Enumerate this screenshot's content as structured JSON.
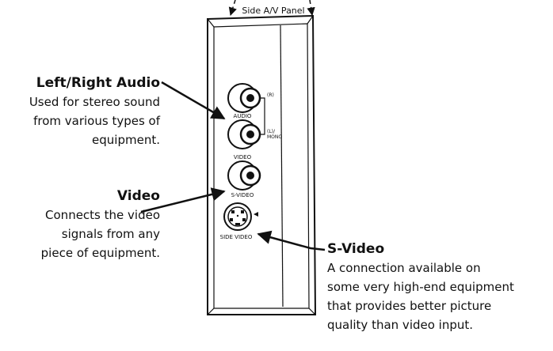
{
  "panel": {
    "title": "Side A/V Panel"
  },
  "jacks": {
    "audio_label": "AUDIO",
    "right_channel_label": "(R)",
    "left_mono_label_line1": "(L)/",
    "left_mono_label_line2": "MONO",
    "video_label": "VIDEO",
    "svideo_label": "S-VIDEO",
    "side_video_label": "SIDE VIDEO"
  },
  "callouts": {
    "audio": {
      "title": "Left/Right Audio",
      "lines": [
        "Used for stereo sound",
        "from various types of",
        "equipment."
      ]
    },
    "video": {
      "title": "Video",
      "lines": [
        "Connects the video",
        "signals from any",
        "piece of equipment."
      ]
    },
    "svideo": {
      "title": "S-Video",
      "lines": [
        "A connection available on",
        "some very high-end equipment",
        "that provides better picture",
        "quality than video input."
      ]
    }
  }
}
